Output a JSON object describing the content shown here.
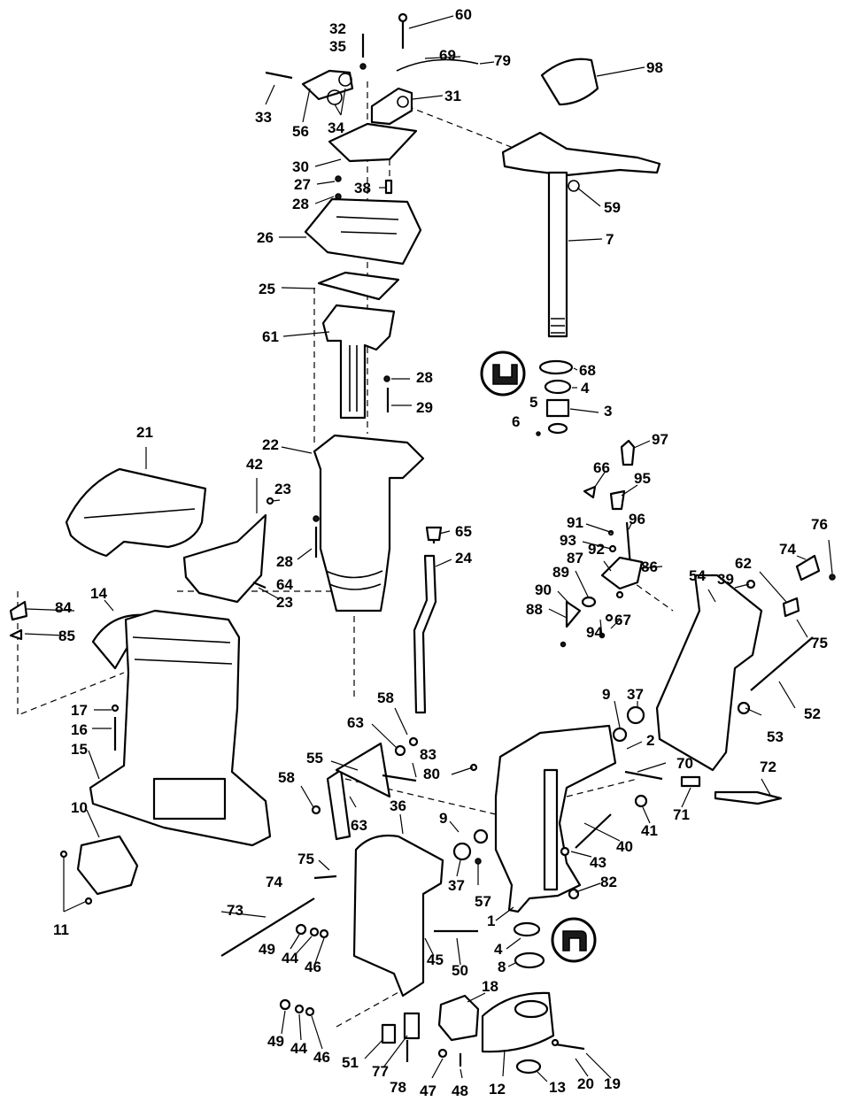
{
  "diagram": {
    "callouts": [
      "60",
      "32",
      "35",
      "69",
      "79",
      "98",
      "33",
      "56",
      "34",
      "31",
      "30",
      "27",
      "28",
      "38",
      "59",
      "7",
      "26",
      "25",
      "61",
      "68",
      "4",
      "5",
      "3",
      "6",
      "97",
      "21",
      "22",
      "42",
      "23",
      "66",
      "95",
      "91",
      "96",
      "93",
      "76",
      "92",
      "87",
      "86",
      "74",
      "62",
      "65",
      "24",
      "54",
      "39",
      "89",
      "90",
      "88",
      "75",
      "94",
      "67",
      "84",
      "14",
      "85",
      "17",
      "16",
      "15",
      "10",
      "11",
      "58",
      "63",
      "83",
      "55",
      "80",
      "9",
      "37",
      "2",
      "52",
      "53",
      "70",
      "72",
      "71",
      "41",
      "36",
      "40",
      "43",
      "82",
      "57",
      "1",
      "75",
      "8",
      "73",
      "49",
      "44",
      "46",
      "45",
      "50",
      "18",
      "20",
      "19",
      "51",
      "77",
      "78",
      "47",
      "48",
      "12",
      "13",
      "64",
      "29",
      "28",
      "28",
      "23",
      "58",
      "9",
      "37",
      "63",
      "74",
      "49",
      "44",
      "46",
      "4"
    ]
  },
  "colors": {
    "ink": "#000000",
    "paper": "#ffffff"
  }
}
